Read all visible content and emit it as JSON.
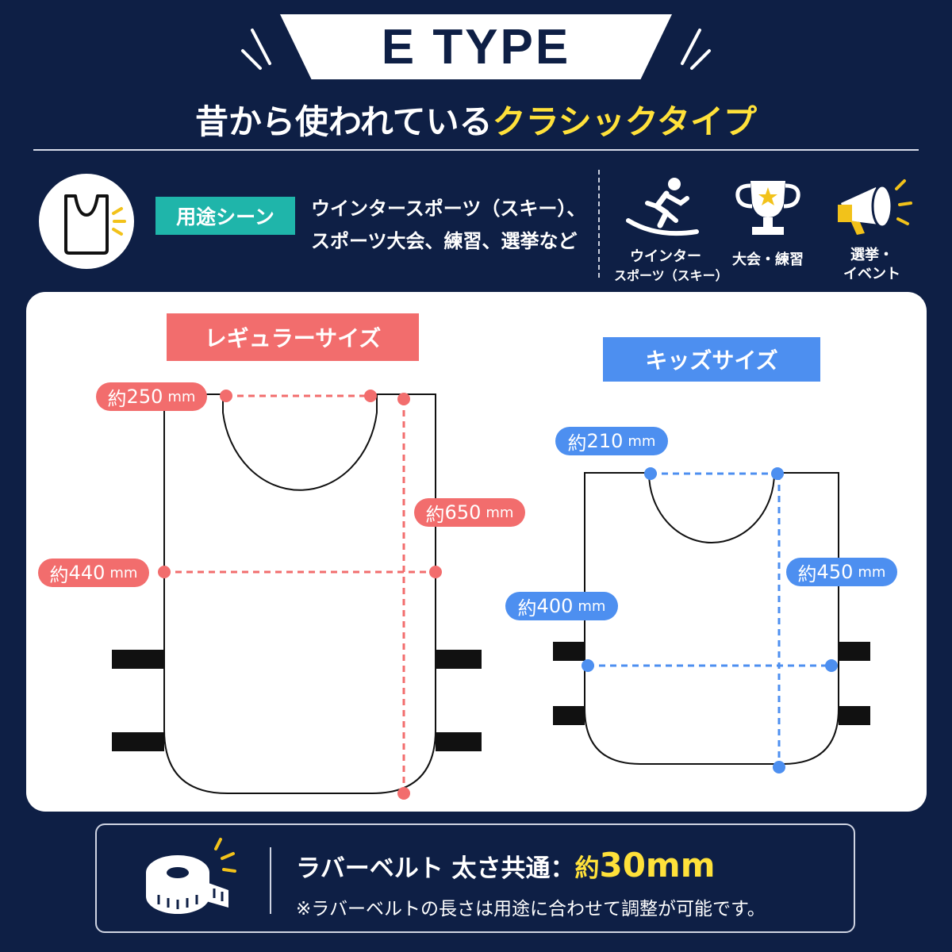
{
  "header": {
    "title": "E TYPE",
    "subtitle_main": "昔から使われている",
    "subtitle_highlight": "クラシックタイプ"
  },
  "usage": {
    "label": "用途シーン",
    "desc_line1": "ウインタースポーツ（スキー）、",
    "desc_line2": "スポーツ大会、練習、選挙など",
    "scenes": [
      {
        "icon": "snowboard-icon",
        "label_line1": "ウインター",
        "label_line2": "スポーツ（スキー）"
      },
      {
        "icon": "trophy-icon",
        "label_line1": "大会・練習",
        "label_line2": ""
      },
      {
        "icon": "megaphone-icon",
        "label_line1": "選挙・",
        "label_line2": "イベント"
      }
    ]
  },
  "regular": {
    "label": "レギュラーサイズ",
    "dims": {
      "top": {
        "prefix": "約",
        "value": "250",
        "unit": "mm"
      },
      "length": {
        "prefix": "約",
        "value": "650",
        "unit": "mm"
      },
      "width": {
        "prefix": "約",
        "value": "440",
        "unit": "mm"
      }
    }
  },
  "kids": {
    "label": "キッズサイズ",
    "dims": {
      "top": {
        "prefix": "約",
        "value": "210",
        "unit": "mm"
      },
      "length": {
        "prefix": "約",
        "value": "450",
        "unit": "mm"
      },
      "width": {
        "prefix": "約",
        "value": "400",
        "unit": "mm"
      }
    }
  },
  "belt": {
    "title": "ラバーベルト 太さ共通：",
    "value_prefix": "約",
    "value": "30mm",
    "note": "※ラバーベルトの長さは用途に合わせて調整が可能です。"
  },
  "colors": {
    "background": "#0e1f45",
    "highlight": "#ffe13a",
    "teal": "#1fb5aa",
    "regular": "#f26d6d",
    "kids": "#4d8ff0"
  }
}
